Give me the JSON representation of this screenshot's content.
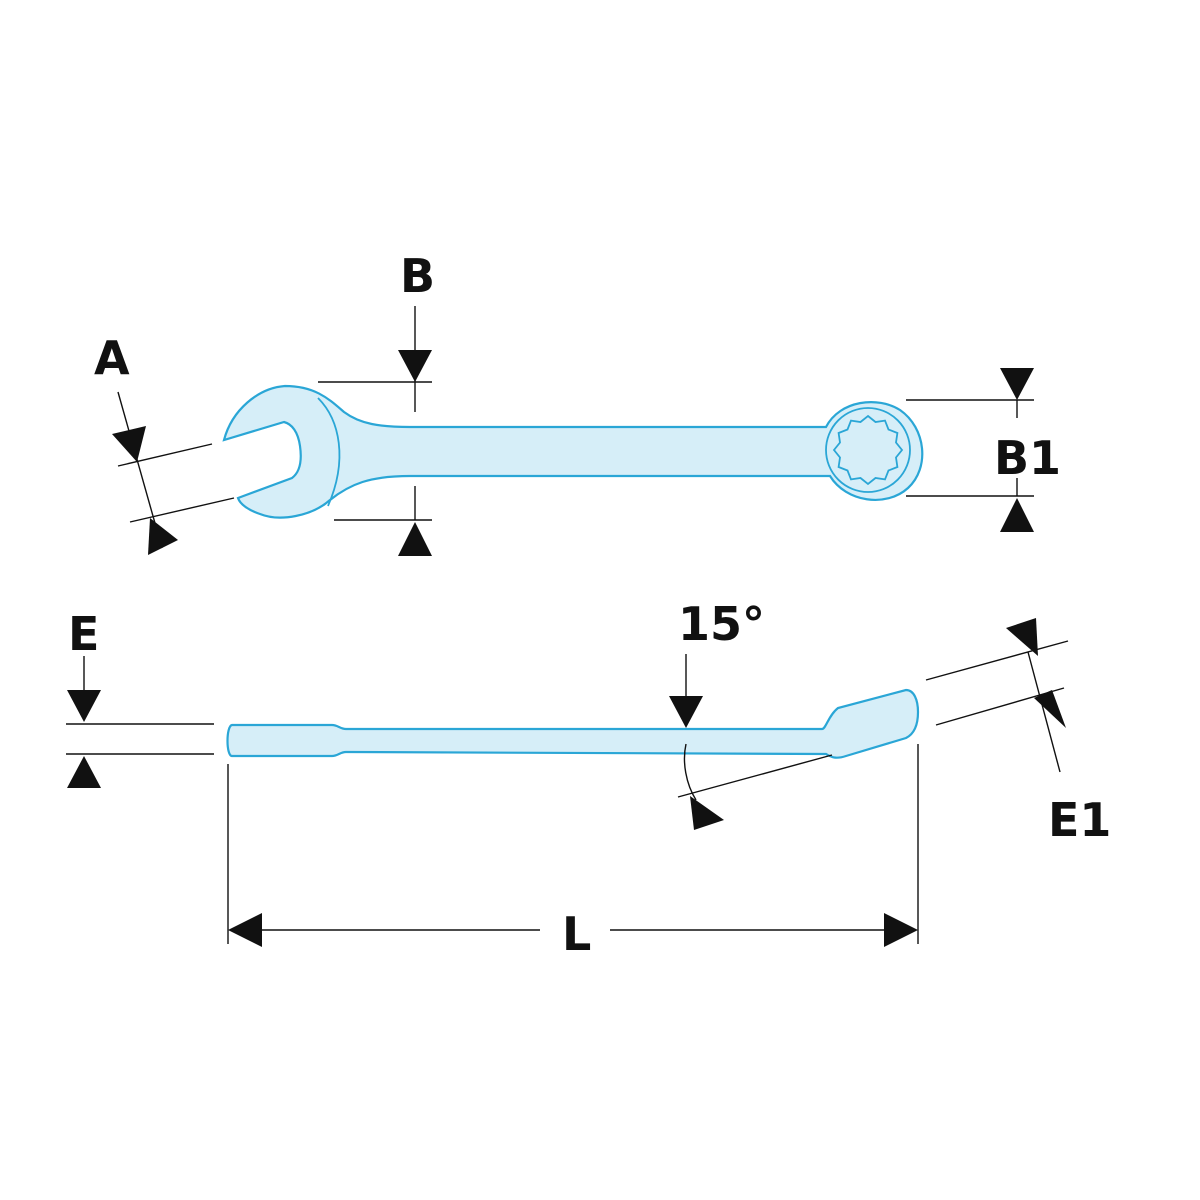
{
  "colors": {
    "wrench_fill": "#d6eef8",
    "wrench_outline": "#2aa6d6",
    "ink": "#111111",
    "background": "#ffffff"
  },
  "labels": {
    "A": "A",
    "B": "B",
    "B1": "B1",
    "E": "E",
    "E1": "E1",
    "L": "L",
    "angle": "15°"
  }
}
